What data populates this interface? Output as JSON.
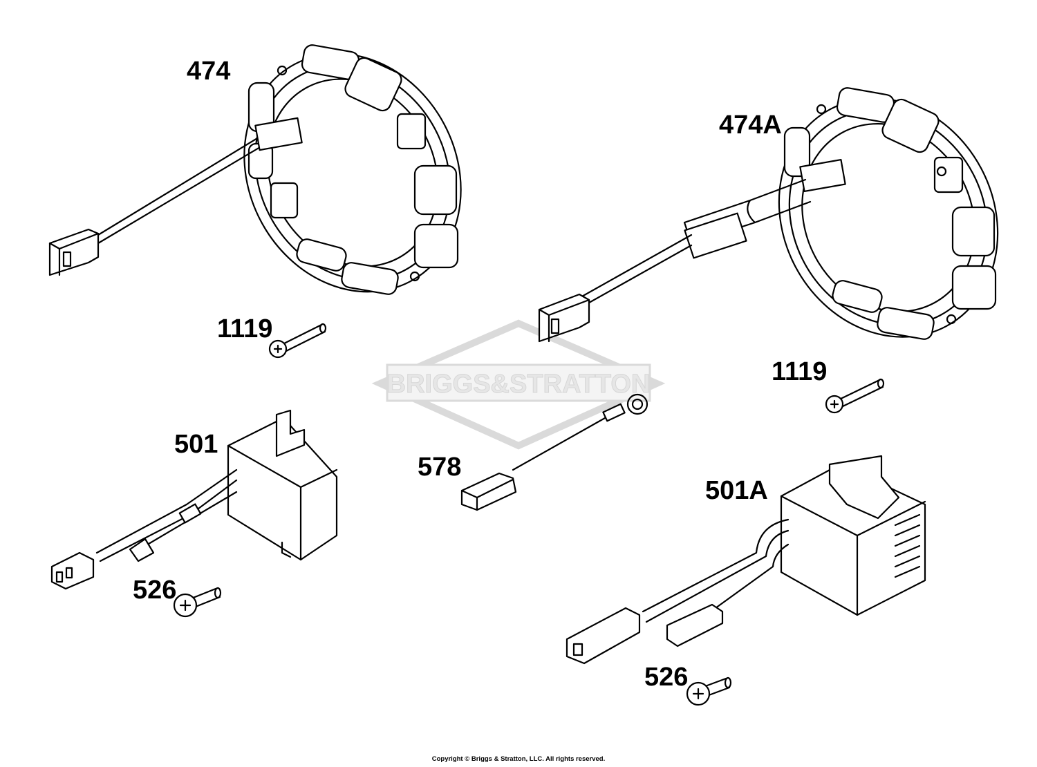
{
  "watermark": "BRIGGS&STRATTON",
  "copyright": "Copyright © Briggs & Stratton, LLC. All rights reserved.",
  "parts": {
    "p474": "474",
    "p474a": "474A",
    "p1119a": "1119",
    "p1119b": "1119",
    "p501": "501",
    "p501a": "501A",
    "p578": "578",
    "p526a": "526",
    "p526b": "526"
  },
  "colors": {
    "line": "#000000",
    "watermark": "#d6d6d6",
    "background": "#ffffff"
  }
}
